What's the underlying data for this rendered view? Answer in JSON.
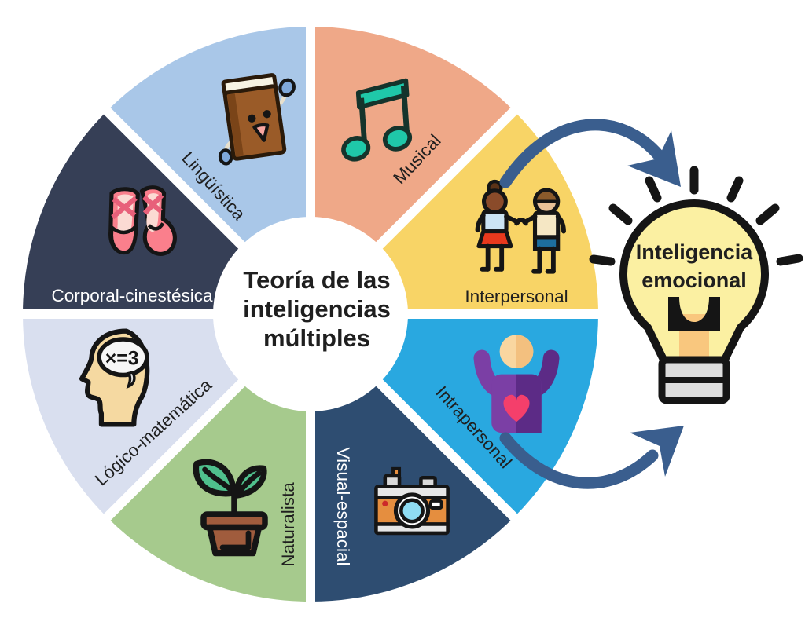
{
  "diagram": {
    "center_title_lines": [
      "Teoría de las",
      "inteligencias",
      "múltiples"
    ],
    "segments": [
      {
        "id": "musical",
        "label": "Musical",
        "color": "#EFA888",
        "label_color": "#1F1F1F",
        "icon": "music-note-icon"
      },
      {
        "id": "interpersonal",
        "label": "Interpersonal",
        "color": "#F8D466",
        "label_color": "#1F1F1F",
        "icon": "handshake-people-icon"
      },
      {
        "id": "intrapersonal",
        "label": "Intrapersonal",
        "color": "#29A8E0",
        "label_color": "#1F1F1F",
        "icon": "person-heart-icon"
      },
      {
        "id": "visual-espacial",
        "label": "Visual-espacial",
        "color": "#2E4D71",
        "label_color": "#FFFFFF",
        "icon": "camera-icon"
      },
      {
        "id": "naturalista",
        "label": "Naturalista",
        "color": "#A6CA8D",
        "label_color": "#1F1F1F",
        "icon": "potted-plant-icon"
      },
      {
        "id": "logico-matematica",
        "label": "Lógico-matemática",
        "color": "#D9DFEF",
        "label_color": "#1F1F1F",
        "icon": "head-math-icon"
      },
      {
        "id": "corporal-cinestesica",
        "label": "Corporal-cinestésica",
        "color": "#363F56",
        "label_color": "#FFFFFF",
        "icon": "ballet-shoes-icon"
      },
      {
        "id": "linguistica",
        "label": "Lingüística",
        "color": "#A9C7E8",
        "label_color": "#1F1F1F",
        "icon": "book-icon"
      }
    ],
    "head_icon_formula": "×=3"
  },
  "result": {
    "label_lines": [
      "Inteligencia",
      "emocional"
    ],
    "bulb_glass_color": "#FBF0A2",
    "bulb_filament_color": "#F9C77E",
    "bulb_base_color": "#DDDDDD"
  },
  "arrows": {
    "color": "#3A5E8E"
  }
}
